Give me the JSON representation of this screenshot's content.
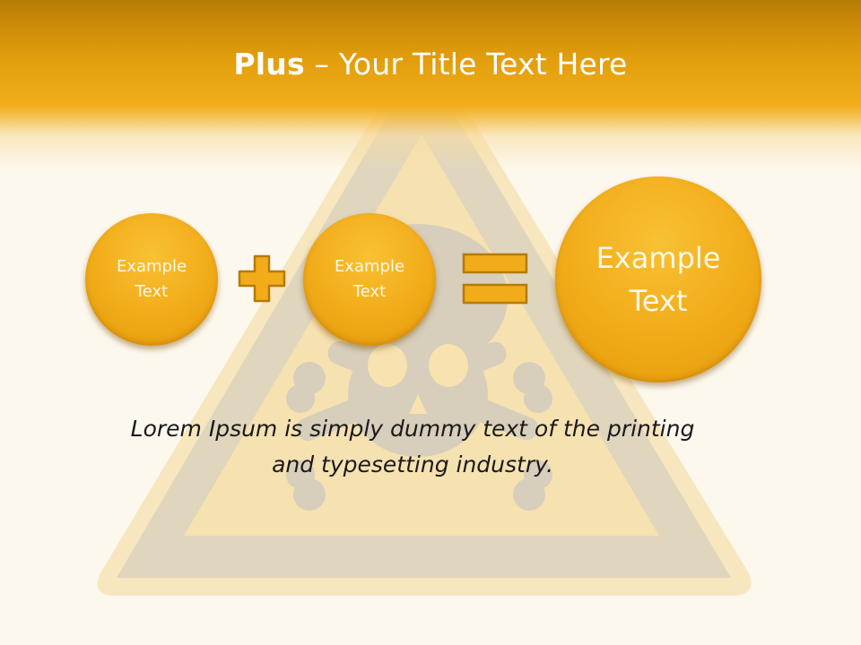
{
  "slide": {
    "title_bold": "Plus",
    "title_rest": " – Your Title Text Here",
    "circles": [
      {
        "line1": "Example",
        "line2": "Text"
      },
      {
        "line1": "Example",
        "line2": "Text"
      },
      {
        "line1": "Example",
        "line2": "Text"
      }
    ],
    "operators": [
      "plus-icon",
      "equals-icon"
    ],
    "body_line1": "Lorem Ipsum is simply dummy text of the printing",
    "body_line2": "and typesetting industry."
  },
  "colors": {
    "header_orange": "#f2ad1a",
    "circle_orange": "#f2ab18",
    "operator_orange": "#f0a818",
    "background": "#fdf8ee",
    "watermark_gray": "#d9d0bd"
  },
  "background_image": "toxic-warning-sign-watermark"
}
